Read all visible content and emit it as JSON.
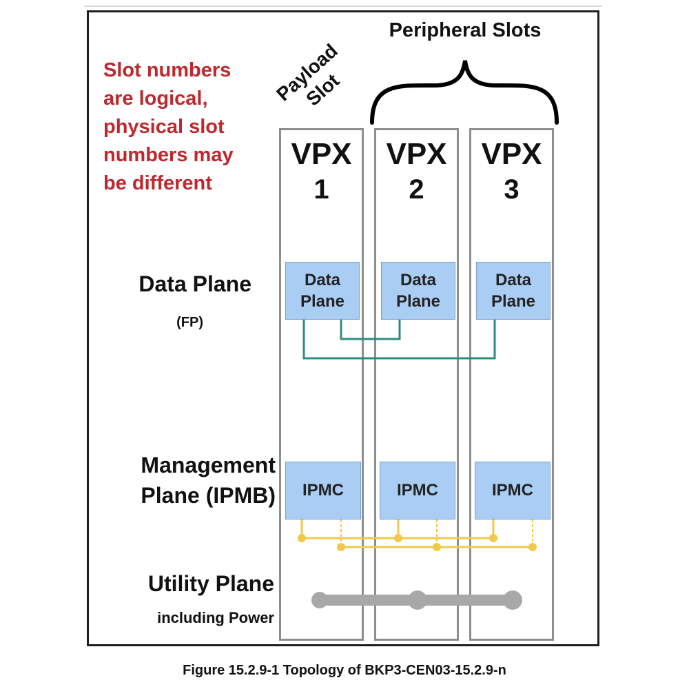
{
  "note_lines": [
    "Slot numbers",
    "are logical,",
    "physical slot",
    "numbers may",
    "be different"
  ],
  "peripheral_label": "Peripheral Slots",
  "payload_label": [
    "Payload",
    "Slot"
  ],
  "slots": [
    {
      "title": "VPX",
      "number": "1"
    },
    {
      "title": "VPX",
      "number": "2"
    },
    {
      "title": "VPX",
      "number": "3"
    }
  ],
  "planes": {
    "data": {
      "label": "Data Plane",
      "sub": "(FP)",
      "box_label": [
        "Data",
        "Plane"
      ]
    },
    "management": {
      "label": [
        "Management",
        "Plane (IPMB)"
      ],
      "box_label": "IPMC"
    },
    "utility": {
      "label": "Utility Plane",
      "sub": "including Power"
    }
  },
  "colors": {
    "note": "#c0272d",
    "box_fill": "#a9cdf3",
    "data_link": "#2f8a80",
    "ipmb": "#f2c84b",
    "utility_bus": "#a8a8a8",
    "slot_border": "#8e8e8e"
  },
  "caption": "Figure 15.2.9-1 Topology of BKP3-CEN03-15.2.9-n"
}
